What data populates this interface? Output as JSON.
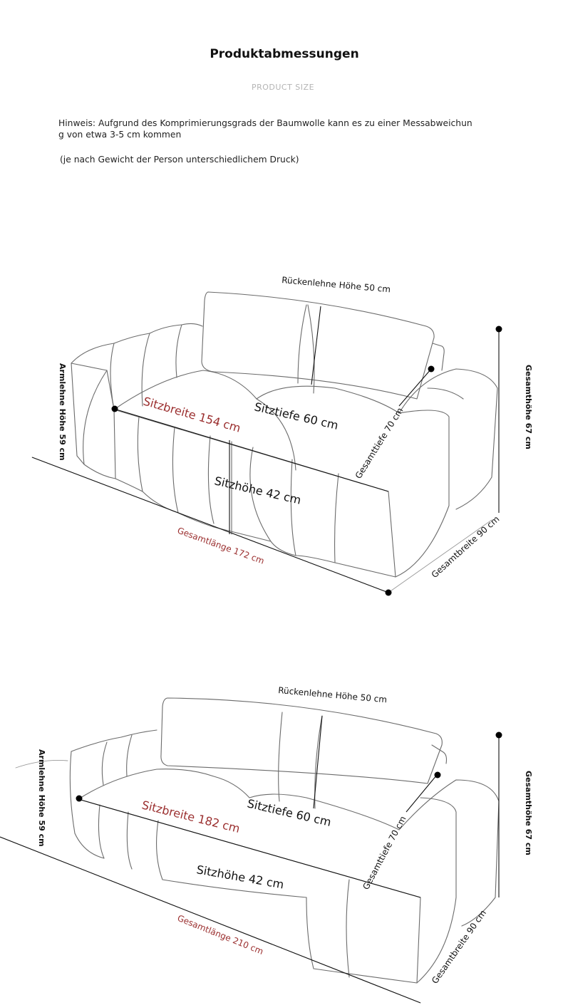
{
  "header": {
    "title": "Produktabmessungen",
    "subtitle": "PRODUCT SIZE",
    "note_line1": "Hinweis: Aufgrund des Komprimierungsgrads der Baumwolle kann es zu einer Messabweichun",
    "note_line2": "g von etwa 3-5 cm kommen",
    "note_line3": "(je nach Gewicht der Person unterschiedlichem Druck)"
  },
  "diagrams": [
    {
      "backrest_height": "Rückenlehne Höhe 50 cm",
      "armrest_height": "Armlehne Höhe 59 cm",
      "seat_width": "Sitzbreite 154 cm",
      "seat_depth": "Sitztiefe 60 cm",
      "total_depth": "Gesamttiefe 70 cm",
      "seat_height": "Sitzhöhe 42 cm",
      "total_length": "Gesamtlänge 172 cm",
      "total_width": "Gesamtbreite 90 cm",
      "total_height": "Gesamthöhe 67 cm"
    },
    {
      "backrest_height": "Rückenlehne Höhe 50 cm",
      "armrest_height": "Armlehne Höhe 59 cm",
      "seat_width": "Sitzbreite 182 cm",
      "seat_depth": "Sitztiefe 60 cm",
      "total_depth": "Gesamttiefe 70 cm",
      "seat_height": "Sitzhöhe 42 cm",
      "total_length": "Gesamtlänge 210 cm",
      "total_width": "Gesamtbreite 90 cm",
      "total_height": "Gesamthöhe 67 cm"
    }
  ],
  "colors": {
    "accent_red": "#9b2f2f",
    "sketch_line": "#6b6b6b",
    "subtitle_gray": "#b4b4b4"
  }
}
